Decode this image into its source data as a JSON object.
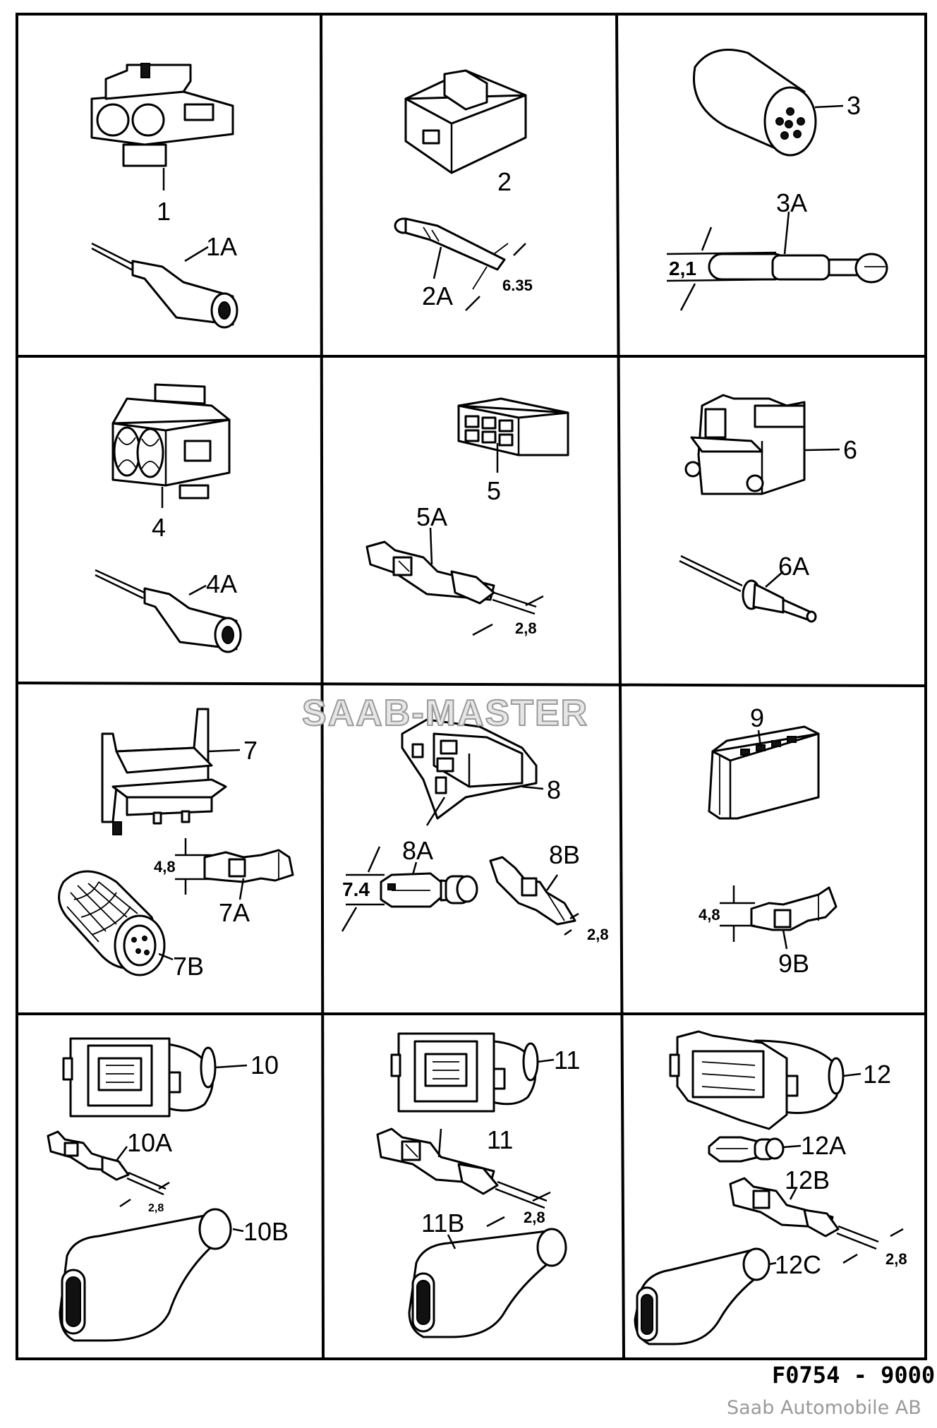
{
  "watermark": "SAAB-MASTER",
  "drawing_code": "F0754 - 9000",
  "credit": "Saab Automobile AB",
  "labels": {
    "l1": "1",
    "l1A": "1A",
    "l2": "2",
    "l2A": "2A",
    "d2A": "6.35",
    "l3": "3",
    "l3A": "3A",
    "d3A": "2,1",
    "l4": "4",
    "l4A": "4A",
    "l5": "5",
    "l5A": "5A",
    "d5A": "2,8",
    "l6": "6",
    "l6A": "6A",
    "l7": "7",
    "l7A": "7A",
    "l7B": "7B",
    "d7A": "4,8",
    "l8": "8",
    "l8A": "8A",
    "l8B": "8B",
    "d8A": "7.4",
    "d8B": "2,8",
    "l9": "9",
    "l9B": "9B",
    "d9B": "4,8",
    "l10": "10",
    "l10A": "10A",
    "l10B": "10B",
    "d10A": "2,8",
    "l11": "11",
    "l11b": "11",
    "l11B": "11B",
    "d11": "2,8",
    "l12": "12",
    "l12A": "12A",
    "l12B": "12B",
    "l12C": "12C",
    "d12B": "2,8"
  }
}
